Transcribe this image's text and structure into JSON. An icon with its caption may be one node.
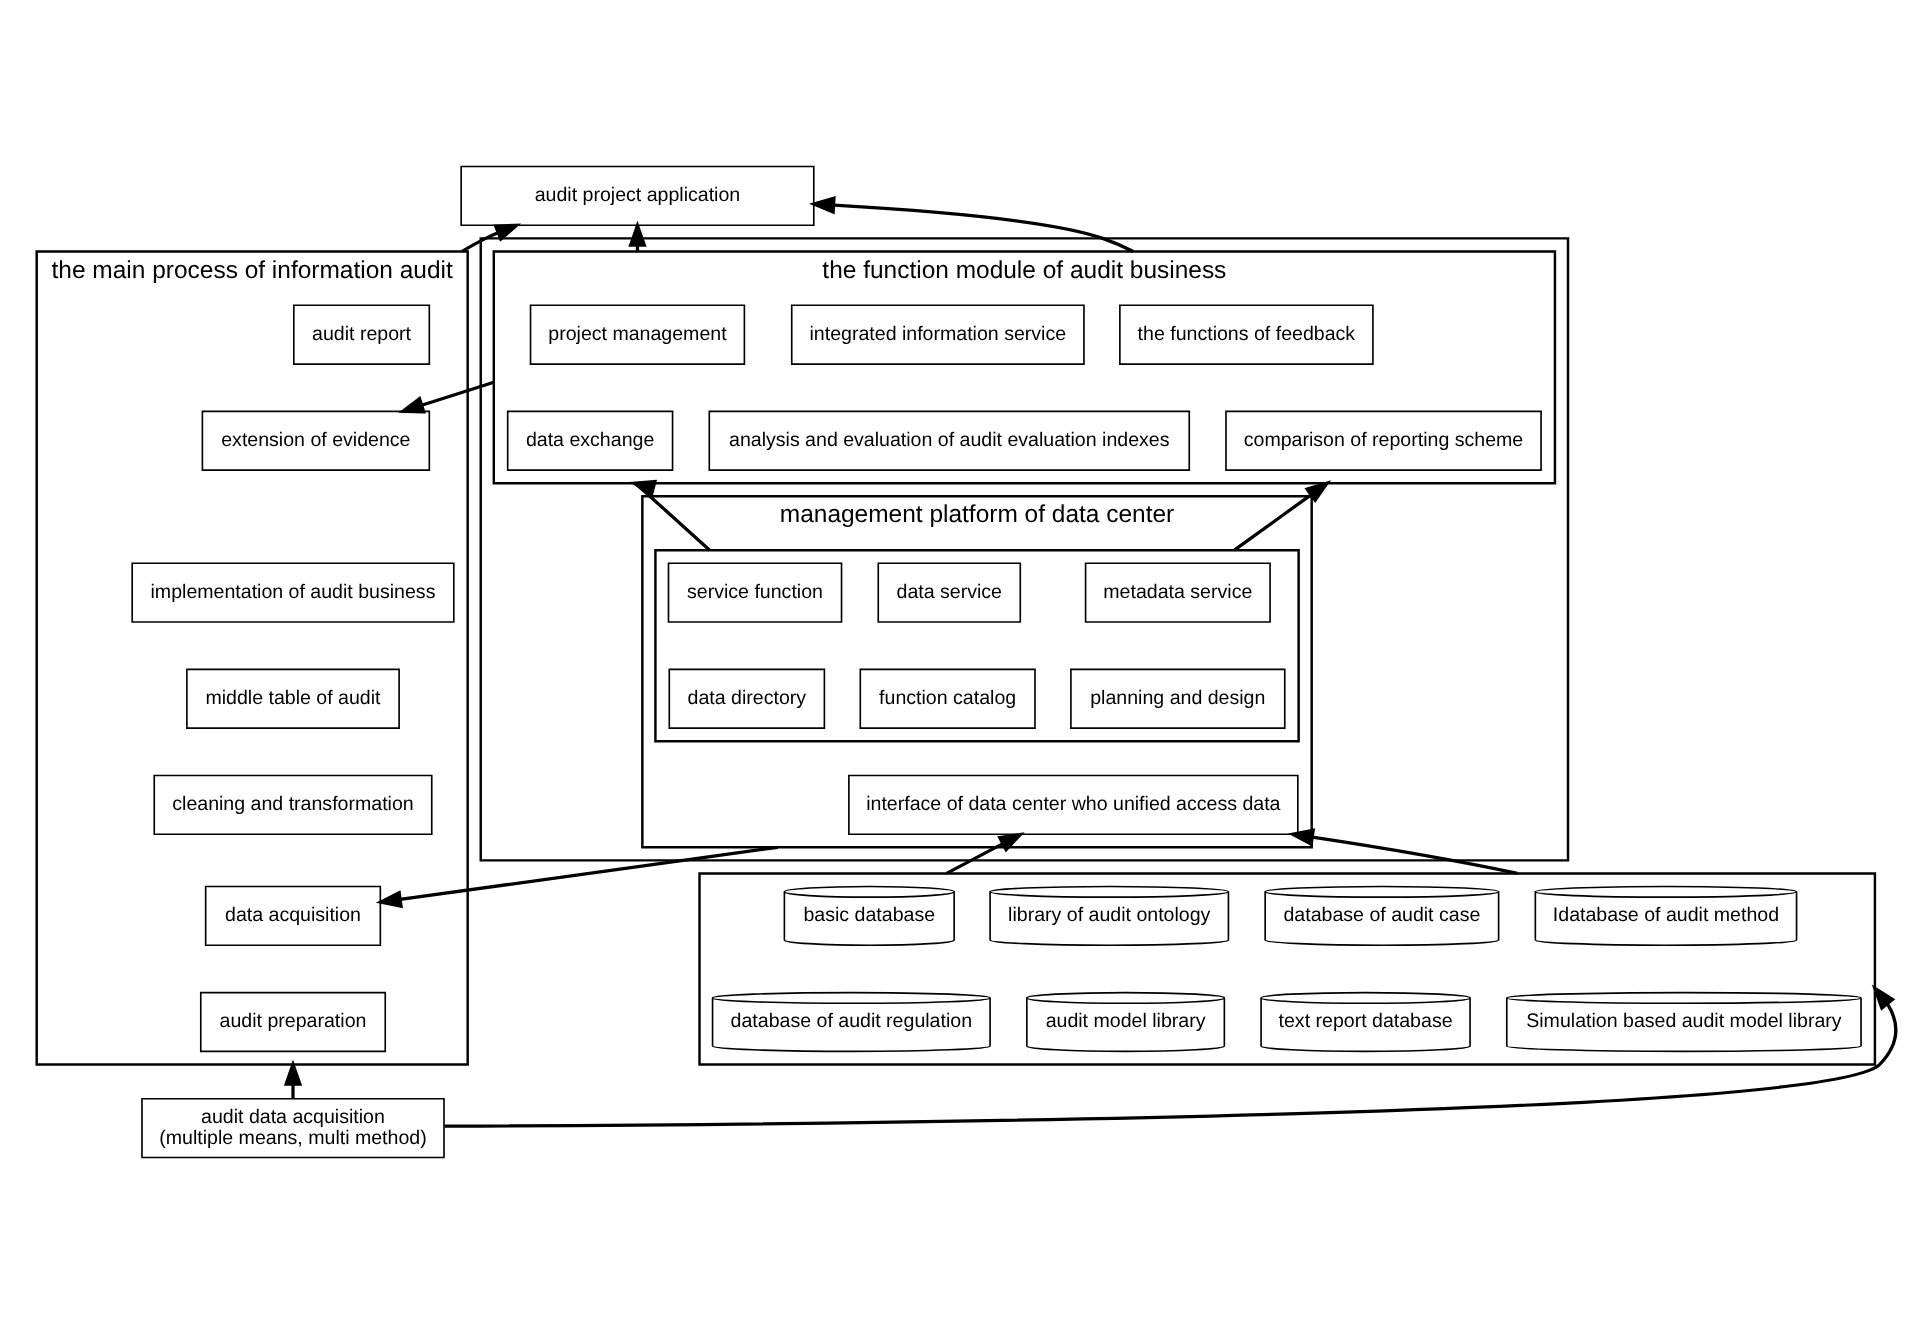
{
  "diagram": {
    "nodes": [
      {
        "text": [
          "audit project application"
        ]
      },
      {
        "text": [
          "the main process of information audit"
        ]
      },
      {
        "text": [
          "audit report"
        ],
        "in": 1
      },
      {
        "text": [
          "extension of evidence"
        ],
        "in": 1
      },
      {
        "text": [
          "implementation of audit business"
        ],
        "in": 1
      },
      {
        "text": [
          "middle table of audit"
        ],
        "in": 1
      },
      {
        "text": [
          "cleaning and transformation"
        ],
        "in": 1
      },
      {
        "text": [
          "data acquisition"
        ],
        "in": 1
      },
      {
        "text": [
          "audit preparation"
        ],
        "in": 1
      },
      {
        "text": [],
        "shape": "box"
      },
      {
        "text": [
          "the function module of audit business"
        ],
        "in": 9
      },
      {
        "text": [
          "project management"
        ],
        "in": 10
      },
      {
        "text": [
          "integrated information service"
        ],
        "in": 10
      },
      {
        "text": [
          "the functions of feedback"
        ],
        "in": 10
      },
      {
        "text": [
          "data exchange"
        ],
        "in": 10
      },
      {
        "text": [
          "analysis and evaluation of audit evaluation indexes"
        ],
        "in": 10
      },
      {
        "text": [
          "comparison of reporting scheme"
        ],
        "in": 10
      },
      {
        "text": [
          "management platform of data center"
        ],
        "in": 9
      },
      {
        "text": [],
        "shape": "box",
        "in": 17
      },
      {
        "text": [
          "service function"
        ],
        "in": 18
      },
      {
        "text": [
          "data service"
        ],
        "in": 18
      },
      {
        "text": [
          "metadata service"
        ],
        "in": 18
      },
      {
        "text": [
          "data directory"
        ],
        "in": 18
      },
      {
        "text": [
          "function catalog"
        ],
        "in": 18
      },
      {
        "text": [
          "planning and design"
        ],
        "in": 18
      },
      {
        "text": [
          "interface of data center who unified access data"
        ],
        "in": 17
      },
      {
        "text": [
          "audit data acquisition",
          "(multiple means, multi method)"
        ]
      },
      {
        "text": [],
        "shape": "box"
      },
      {
        "text": [
          "basic database"
        ],
        "in": 27
      },
      {
        "text": [
          "library of audit ontology"
        ],
        "in": 27
      },
      {
        "text": [
          "database of audit case"
        ],
        "in": 27
      },
      {
        "text": [
          "Idatabase of audit method"
        ],
        "in": 27
      },
      {
        "text": [
          "database of audit regulation"
        ],
        "in": 27
      },
      {
        "text": [
          "audit model library"
        ],
        "in": 27
      },
      {
        "text": [
          "text report database"
        ],
        "in": 27
      },
      {
        "text": [
          "Simulation based audit model library"
        ],
        "in": 27
      }
    ],
    "edges": [
      {
        "from": 1,
        "to": 0,
        "arrow": "to"
      },
      {
        "from": 10,
        "to": 0,
        "arrow": "to"
      },
      {
        "from": 10,
        "to": 0,
        "arrow": "to"
      },
      {
        "from": 10,
        "to": 3,
        "arrow": "to"
      },
      {
        "from": 18,
        "to": 10,
        "arrow": "to"
      },
      {
        "from": 18,
        "to": 10,
        "arrow": "to"
      },
      {
        "from": 17,
        "to": 7,
        "arrow": "to"
      },
      {
        "from": 27,
        "to": 25,
        "arrow": "to"
      },
      {
        "from": 27,
        "to": 25,
        "arrow": "to"
      },
      {
        "from": 26,
        "to": 1,
        "arrow": "to"
      },
      {
        "from": 26,
        "to": 27,
        "arrow": "to"
      }
    ]
  }
}
